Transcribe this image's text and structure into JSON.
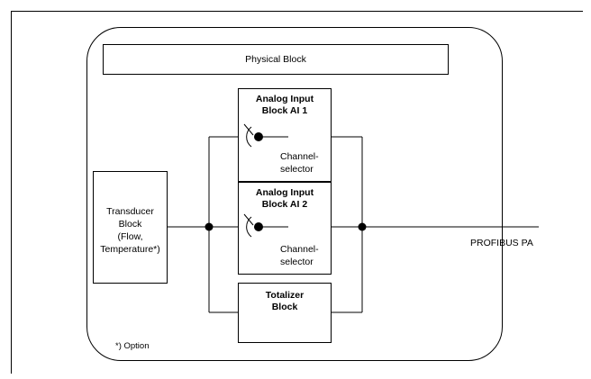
{
  "diagram": {
    "physical_block": "Physical Block",
    "ai1": {
      "line1": "Analog Input",
      "line2": "Block AI 1",
      "sel1": "Channel-",
      "sel2": "selector"
    },
    "ai2": {
      "line1": "Analog Input",
      "line2": "Block AI 2",
      "sel1": "Channel-",
      "sel2": "selector"
    },
    "totalizer": {
      "line1": "Totalizer",
      "line2": "Block"
    },
    "transducer": {
      "line1": "Transducer",
      "line2": "Block",
      "line3": "(Flow,",
      "line4": "Temperature*)"
    },
    "bus_label": "PROFIBUS PA",
    "footnote": "*) Option"
  }
}
